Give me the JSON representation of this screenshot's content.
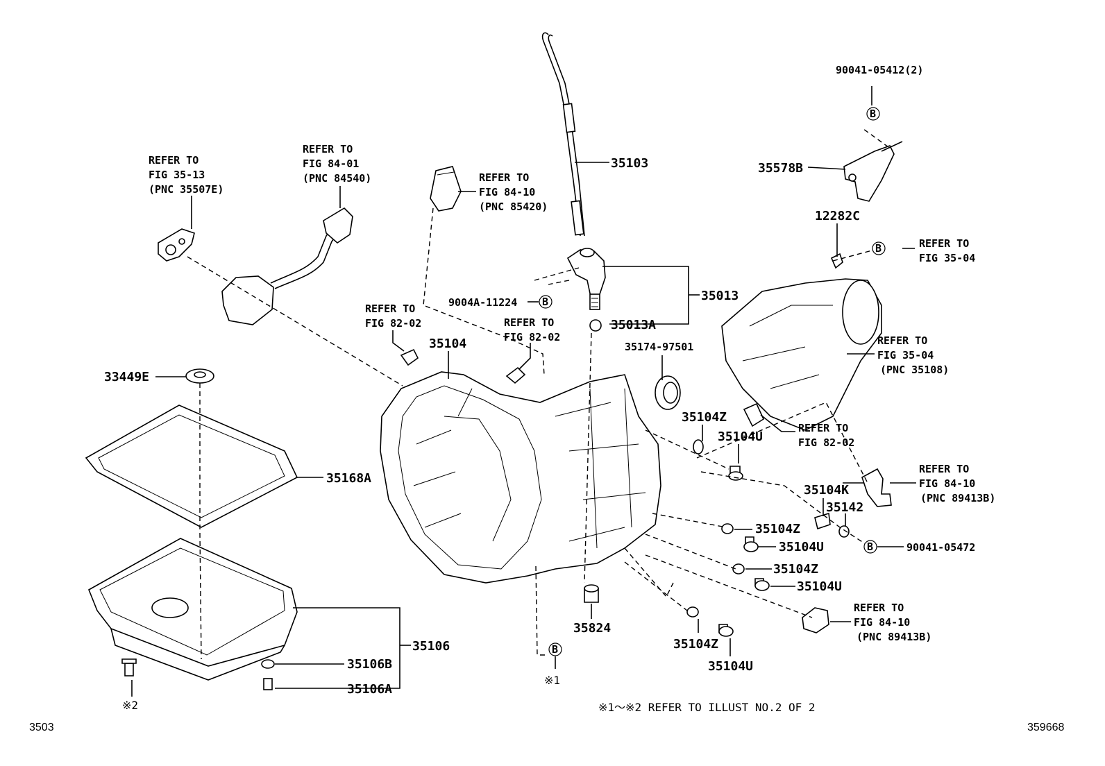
{
  "labels": {
    "p35103": "35103",
    "p35578b": "35578B",
    "p12282c": "12282C",
    "p35013": "35013",
    "p35013a": "35013A",
    "p9004a": "9004A-11224",
    "p35104": "35104",
    "p33449e": "33449E",
    "p35174": "35174-97501",
    "p35168a": "35168A",
    "p35104z_1": "35104Z",
    "p35104u_1": "35104U",
    "p35104k": "35104K",
    "p35142": "35142",
    "p35104z_2": "35104Z",
    "p35104u_2": "35104U",
    "p90041_05472": "90041-05472",
    "p35104z_3": "35104Z",
    "p35104u_3": "35104U",
    "p35824": "35824",
    "p35104z_4": "35104Z",
    "p35104u_4": "35104U",
    "p35106": "35106",
    "p35106b": "35106B",
    "p35106a": "35106A",
    "p90041_05412": "90041-05412(2)"
  },
  "refs": {
    "r1": [
      "REFER TO",
      "FIG 35-13",
      "(PNC 35507E)"
    ],
    "r2": [
      "REFER TO",
      "FIG 84-01",
      "(PNC 84540)"
    ],
    "r3": [
      "REFER TO",
      "FIG 84-10",
      "(PNC 85420)"
    ],
    "r4": [
      "REFER TO",
      "FIG 82-02"
    ],
    "r5": [
      "REFER TO",
      "FIG 82-02"
    ],
    "r6": [
      "REFER TO",
      "FIG 35-04"
    ],
    "r7": [
      "REFER TO",
      "FIG 35-04",
      "(PNC 35108)"
    ],
    "r8": [
      "REFER TO",
      "FIG 82-02"
    ],
    "r9": [
      "REFER TO",
      "FIG 84-10",
      "(PNC 89413B)"
    ],
    "r10": [
      "REFER TO",
      "FIG 84-10",
      "(PNC 89413B)"
    ]
  },
  "markers": {
    "b": "B",
    "note1": "※1",
    "note2": "※2",
    "footnote": "※1～※2  REFER TO ILLUST NO.2 OF 2"
  },
  "footer": {
    "left": "3503",
    "right": "359668"
  }
}
